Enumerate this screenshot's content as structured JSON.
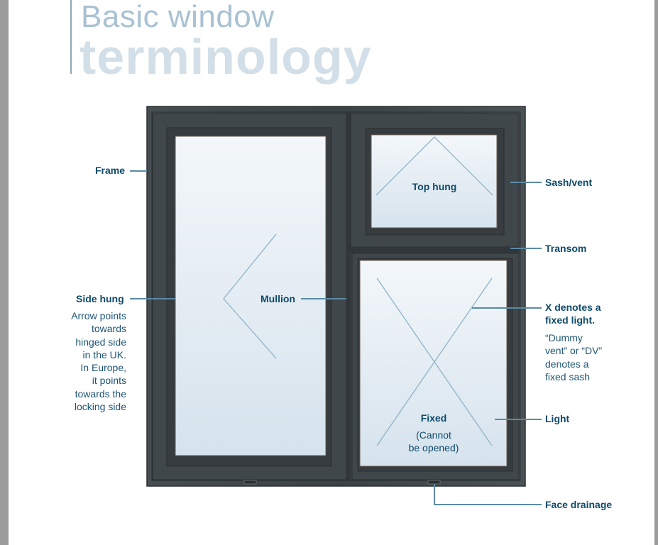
{
  "title": {
    "line1": "Basic window",
    "line2": "terminology"
  },
  "labels": {
    "frame": "Frame",
    "sash_vent": "Sash/vent",
    "transom": "Transom",
    "side_hung": "Side hung",
    "mullion": "Mullion",
    "top_hung": "Top hung",
    "x_denotes": [
      "X denotes a",
      "fixed light."
    ],
    "light": "Light",
    "fixed": "Fixed",
    "fixed_note": [
      "(Cannot",
      "be opened)"
    ],
    "face_drainage": "Face drainage"
  },
  "notes": {
    "side_hung": [
      "Arrow points",
      "towards",
      "hinged side",
      "in the UK.",
      "In Europe,",
      "it points",
      "towards the",
      "locking side"
    ],
    "dummy_vent": [
      "“Dummy",
      "vent” or “DV”",
      "denotes a",
      "fixed sash"
    ]
  },
  "colors": {
    "frame": "#3f4547",
    "glass": "#e7eff5",
    "label": "#0e4a69",
    "leader": "#5b8ba5",
    "title_light": "#a9c2d3",
    "title_bold": "#d3dfe8"
  }
}
